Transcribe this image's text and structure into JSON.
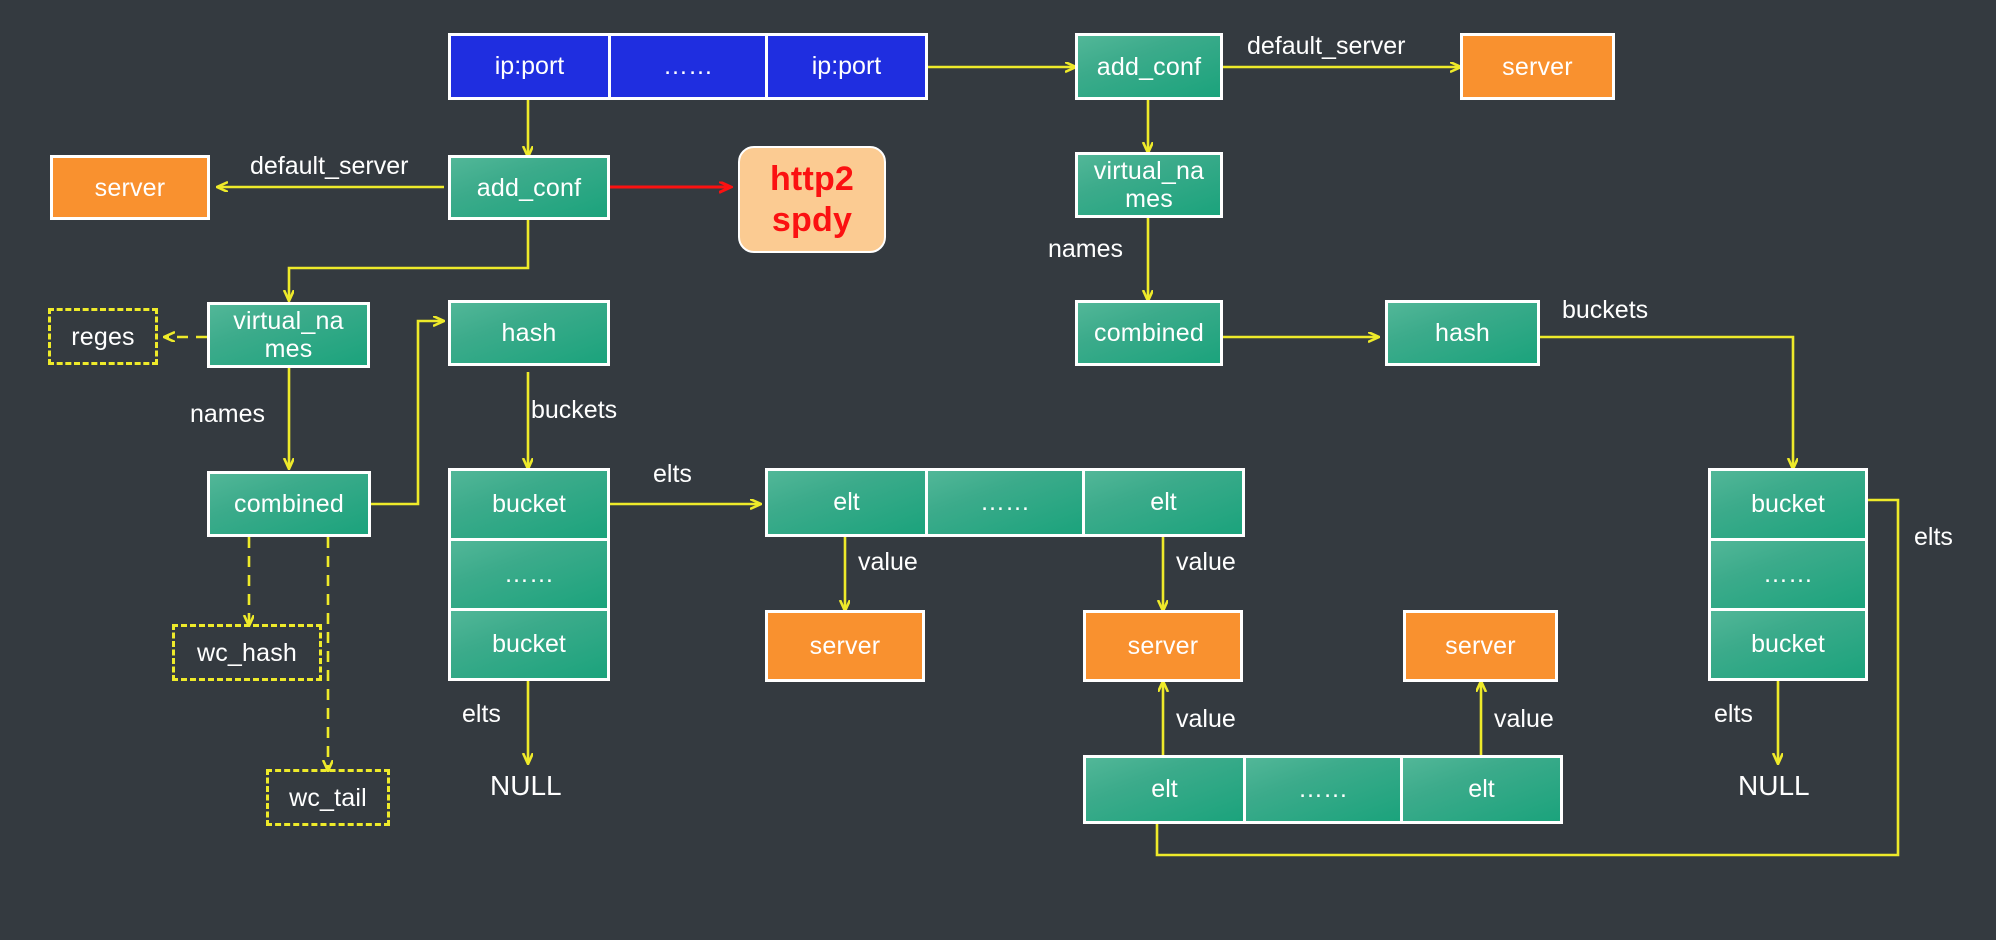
{
  "diagram": {
    "title": "nginx virtual server configuration structure",
    "background_color": "#343a40",
    "colors": {
      "green_node": "#1ba37c",
      "blue_node": "#1f2ee0",
      "orange_node": "#f9912f",
      "peach_node": "#fbcb92",
      "dashed_border": "#eeea2a",
      "wire": "#eeea2a",
      "wire_alt": "#fb1111",
      "text": "#ffffff",
      "peach_text": "#fb1111"
    }
  },
  "nodes": {
    "ipport_row": {
      "cells": [
        "ip:port",
        "……",
        "ip:port"
      ]
    },
    "add_conf_right": "add_conf",
    "server_top_right": "server",
    "virtual_names_right": "virtual_na\nmes",
    "virtual_names_right_line1": "virtual_na",
    "virtual_names_right_line2": "mes",
    "combined_right": "combined",
    "hash_right": "hash",
    "bucket_stack_right": {
      "cells": [
        "bucket",
        "……",
        "bucket"
      ]
    },
    "null_right": "NULL",
    "add_conf_left": "add_conf",
    "server_top_left": "server",
    "http2_spdy": {
      "line1": "http2",
      "line2": "spdy"
    },
    "reges": "reges",
    "virtual_names_left_line1": "virtual_na",
    "virtual_names_left_line2": "mes",
    "combined_left": "combined",
    "wc_hash": "wc_hash",
    "wc_tail": "wc_tail",
    "hash_left": "hash",
    "bucket_stack_left": {
      "cells": [
        "bucket",
        "……",
        "bucket"
      ]
    },
    "null_left": "NULL",
    "elt_row_top": {
      "cells": [
        "elt",
        "……",
        "elt"
      ]
    },
    "elt_row_bottom": {
      "cells": [
        "elt",
        "……",
        "elt"
      ]
    },
    "server_mid_left": "server",
    "server_mid_center": "server",
    "server_mid_right": "server"
  },
  "edge_labels": {
    "default_server_right": "default_server",
    "default_server_left": "default_server",
    "names_right": "names",
    "buckets_right": "buckets",
    "elts_right_side": "elts",
    "elts_right_bottom": "elts",
    "names_left": "names",
    "buckets_left": "buckets",
    "elts_left_top": "elts",
    "elts_left_bottom": "elts",
    "value_1": "value",
    "value_2": "value",
    "value_3": "value",
    "value_4": "value"
  }
}
